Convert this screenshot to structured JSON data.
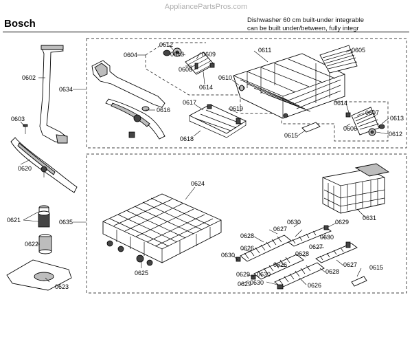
{
  "header": {
    "watermark": "AppliancePartsPros.com",
    "brand": "Bosch",
    "description_line1": "Dishwasher 60 cm built-under integrable",
    "description_line2": "can be built under/between, fully integr"
  },
  "labels": {
    "p0602": "0602",
    "p0603": "0603",
    "p0620": "0620",
    "p0621": "0621",
    "p0622": "0622",
    "p0623": "0623",
    "p0634": "0634",
    "p0635": "0635",
    "p0604": "0604",
    "p0612a": "0612",
    "p0613a": "0613",
    "p0609": "0609",
    "p0608": "0608",
    "p0614a": "0614",
    "p0611": "0611",
    "p0605": "0605",
    "p0610": "0610",
    "p0616": "0616",
    "p0617": "0617",
    "p0619": "0619",
    "p0618": "0618",
    "p0614b": "0614",
    "p0607": "0607",
    "p0613b": "0613",
    "p0606": "0606",
    "p0612b": "0612",
    "p0615a": "0615",
    "p0624": "0624",
    "p0631": "0631",
    "p0630a": "0630",
    "p0629a": "0629",
    "p0627a": "0627",
    "p0628a": "0628",
    "p0630b": "0630",
    "p0626a": "0626",
    "p0627b": "0627",
    "p0630c": "0630",
    "p0628b": "0628",
    "p0626b": "0626",
    "p0627c": "0627",
    "p0628c": "0628",
    "p0615b": "0615",
    "p0630d": "0630",
    "p0629b": "0629",
    "p0630e": "0630",
    "p0629c": "0629",
    "p0626c": "0626",
    "p0625": "0625"
  }
}
